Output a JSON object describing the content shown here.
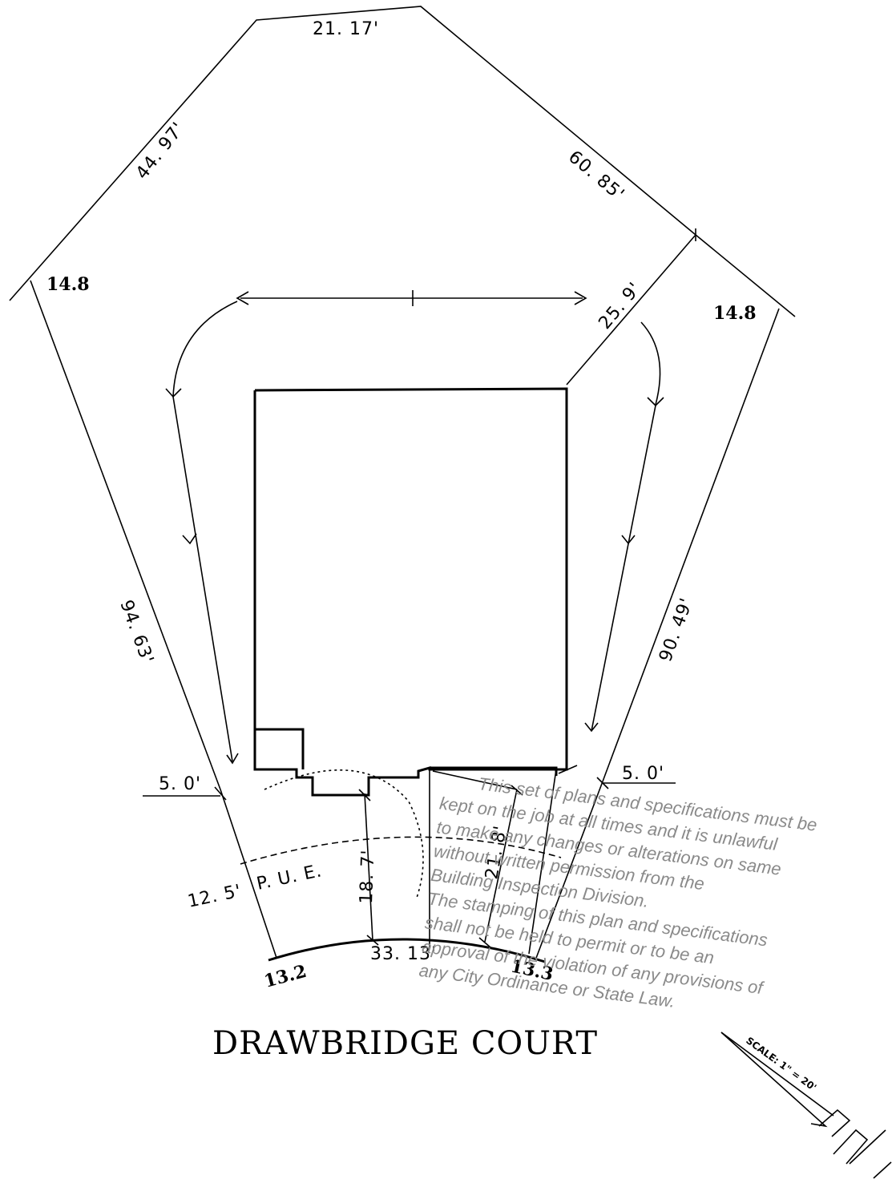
{
  "property_lines": {
    "top": "21. 17'",
    "upper_left": "44. 97'",
    "upper_right": "60. 85'",
    "right_notch": "25. 9'",
    "left_side": "94. 63'",
    "right_side": "90. 49'",
    "frontage": "33. 13'"
  },
  "setbacks": {
    "left_side": "5. 0'",
    "right_side": "5. 0'",
    "utility_easement": "12. 5'",
    "garage_front_left": "18. 7'",
    "garage_front_right": "21. 8'"
  },
  "easement_label": "P. U. E.",
  "elevations": {
    "rear_left": "14.8",
    "rear_right": "14.8",
    "front_left": "13.2",
    "front_right": "13.3"
  },
  "street_name": "DRAWBRIDGE COURT",
  "scale_label": "SCALE: 1\" = 20'",
  "approval_stamp": [
    "This set of plans and specifications must be",
    "kept on the job at all times and it is unlawful",
    "to make any changes or alterations on same",
    "without written permission from the",
    "Building Inspection Division.",
    "The stamping of this plan and specifications",
    "shall not be held to permit or to be an",
    "approval of the violation of any provisions of",
    "any City Ordinance or State Law."
  ]
}
